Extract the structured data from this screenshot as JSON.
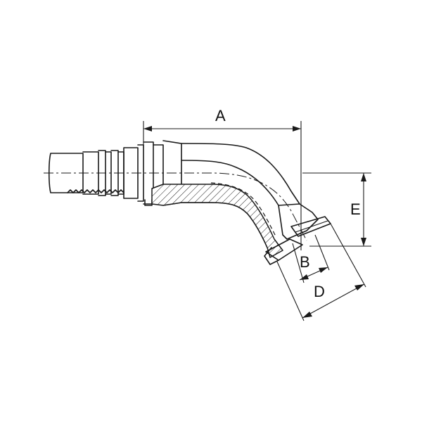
{
  "drawing": {
    "labels": {
      "a": "A",
      "b": "B",
      "d": "D",
      "e": "E"
    },
    "colors": {
      "stroke": "#1a1a1a",
      "background": "#ffffff"
    }
  }
}
